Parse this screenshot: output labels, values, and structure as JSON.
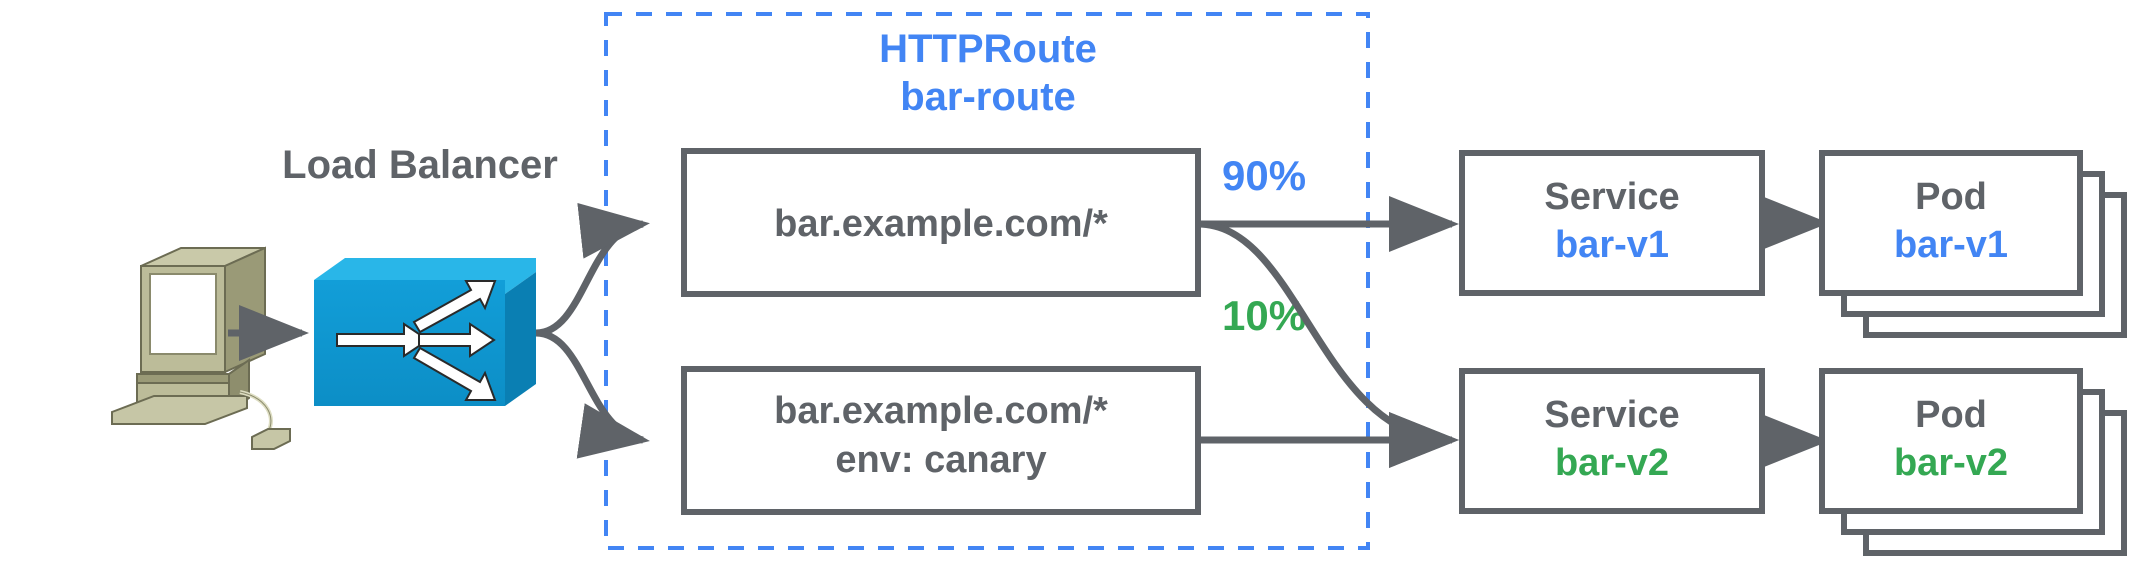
{
  "diagram": {
    "type": "traffic-splitting-canary-routing",
    "client": {
      "icon": "desktop-computer-icon",
      "label": ""
    },
    "load_balancer": {
      "label": "Load Balancer",
      "icon": "load-balancer-switch-icon",
      "color": "#0f9bd7"
    },
    "group": {
      "kind": "HTTPRoute",
      "name": "bar-route",
      "border_color": "#4285f4",
      "border_style": "dashed"
    },
    "routes": [
      {
        "id": "route-primary",
        "line1": "bar.example.com/*",
        "line2": ""
      },
      {
        "id": "route-canary",
        "line1": "bar.example.com/*",
        "line2": "env: canary"
      }
    ],
    "weights": [
      {
        "label": "90%",
        "color": "#4285f4",
        "from": "route-primary",
        "to": "service-bar-v1"
      },
      {
        "label": "10%",
        "color": "#34a853",
        "from": "route-primary",
        "to": "service-bar-v2"
      }
    ],
    "services": [
      {
        "id": "service-bar-v1",
        "title": "Service",
        "name": "bar-v1",
        "color": "#4285f4"
      },
      {
        "id": "service-bar-v2",
        "title": "Service",
        "name": "bar-v2",
        "color": "#34a853"
      }
    ],
    "pods": [
      {
        "id": "pod-bar-v1",
        "title": "Pod",
        "name": "bar-v1",
        "color": "#4285f4",
        "replicas": 3
      },
      {
        "id": "pod-bar-v2",
        "title": "Pod",
        "name": "bar-v2",
        "color": "#34a853",
        "replicas": 3
      }
    ],
    "colors": {
      "gray": "#5f6368",
      "blue": "#4285f4",
      "green": "#34a853",
      "lb_blue": "#0f9bd7",
      "computer_beige": "#b5b58d"
    }
  }
}
